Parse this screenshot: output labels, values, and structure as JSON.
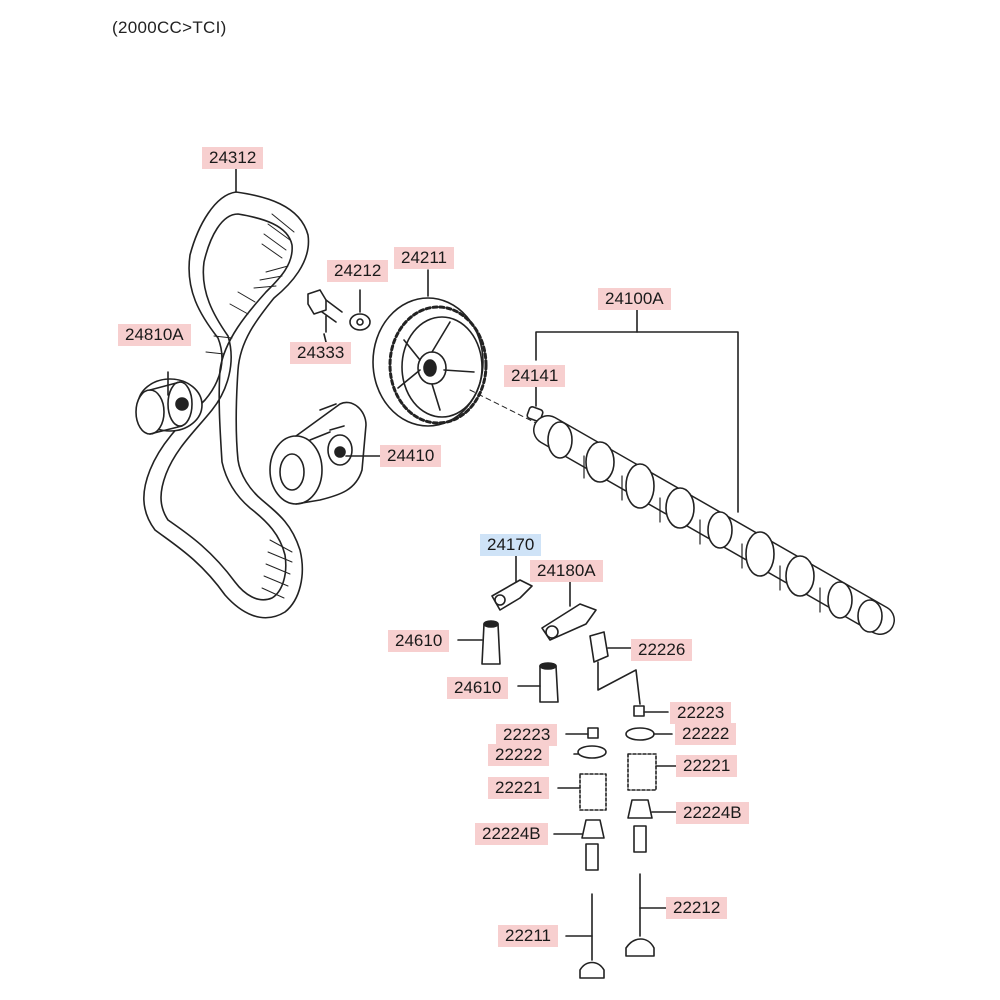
{
  "header": {
    "title": "(2000CC>TCI)"
  },
  "colors": {
    "label_bg": "#f7cfcf",
    "highlight_bg": "#cfe3f7",
    "line": "#222222"
  },
  "parts": {
    "p24312": "24312",
    "p24212": "24212",
    "p24211": "24211",
    "p24100A": "24100A",
    "p24810A": "24810A",
    "p24333": "24333",
    "p24141": "24141",
    "p24410": "24410",
    "p24170": "24170",
    "p24180A": "24180A",
    "p24610a": "24610",
    "p24610b": "24610",
    "p22226": "22226",
    "p22223a": "22223",
    "p22223b": "22223",
    "p22222a": "22222",
    "p22222b": "22222",
    "p22221a": "22221",
    "p22221b": "22221",
    "p22224Ba": "22224B",
    "p22224Bb": "22224B",
    "p22212": "22212",
    "p22211": "22211"
  }
}
